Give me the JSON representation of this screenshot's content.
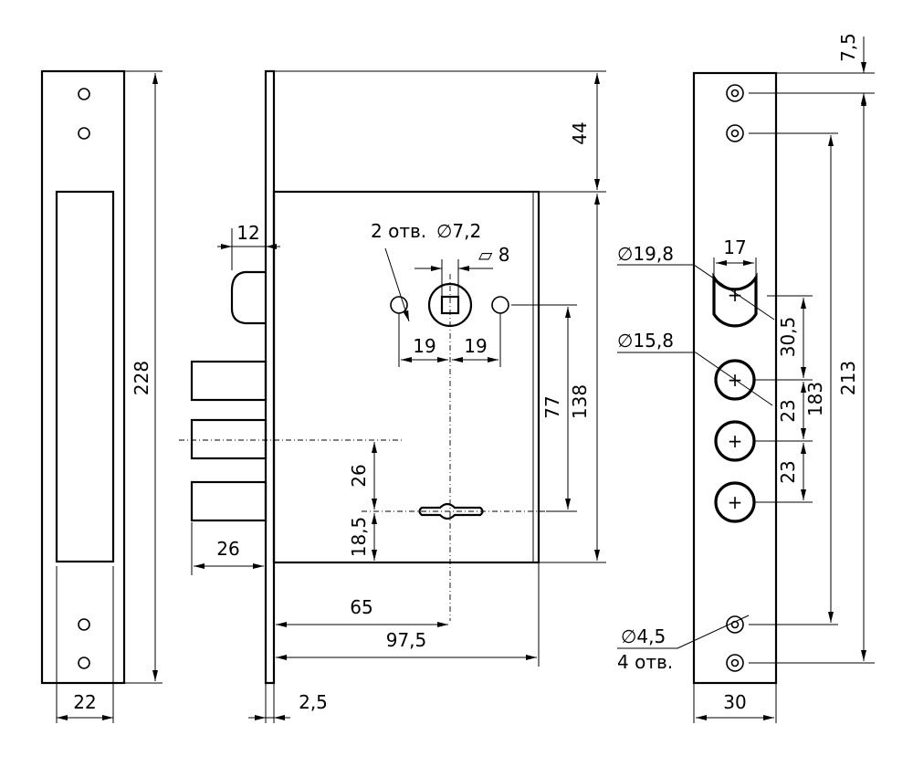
{
  "views": {
    "faceplate": {
      "height_label": "228",
      "width_label": "22"
    },
    "body": {
      "top_offset_label": "44",
      "body_height_label": "138",
      "follower_to_key_label": "77",
      "latch_width_label": "12",
      "holes_label": "2 отв.",
      "holes_diameter_label": "∅7,2",
      "spindle_label": "▱ 8",
      "hole_spacing_left_label": "19",
      "hole_spacing_right_label": "19",
      "bolt_to_key_label": "26",
      "key_to_bottom_label": "18,5",
      "bolt_throw_label": "26",
      "backset_label": "65",
      "body_width_label": "97,5",
      "plate_thickness_label": "2,5"
    },
    "strike": {
      "top_offset_label": "7,5",
      "screw_span_label": "213",
      "mount_span_label": "183",
      "big_hole_label": "∅19,8",
      "big_hole_width_label": "17",
      "hole_gap_1_label": "30,5",
      "med_hole_label": "∅15,8",
      "hole_gap_2_label": "23",
      "hole_gap_3_label": "23",
      "screw_hole_label": "∅4,5",
      "screw_count_label": "4 отв.",
      "width_label": "30"
    }
  }
}
